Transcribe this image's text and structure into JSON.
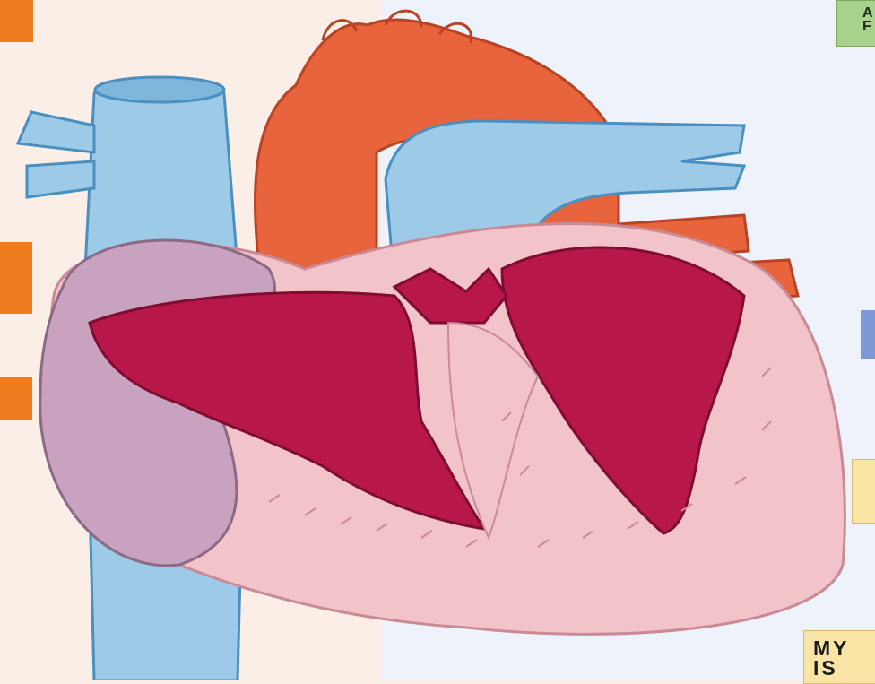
{
  "labels": {
    "top_right": {
      "line1": "A",
      "line2": "F"
    },
    "bottom_right": {
      "line1": "MY",
      "line2": "IS"
    }
  },
  "colors": {
    "background_left": "#fbeee6",
    "background_right": "#eef3fb",
    "label_orange": "#ef7d1f",
    "label_blue": "#7f99d6",
    "label_green": "#a8d18c",
    "label_yellow": "#fbe5a6",
    "aorta": "#e8643c",
    "veins": "#9dcbe7",
    "myocardium": "#f3c3ca",
    "chambers": "#b8174a",
    "right_atrium": "#c8a2be"
  }
}
